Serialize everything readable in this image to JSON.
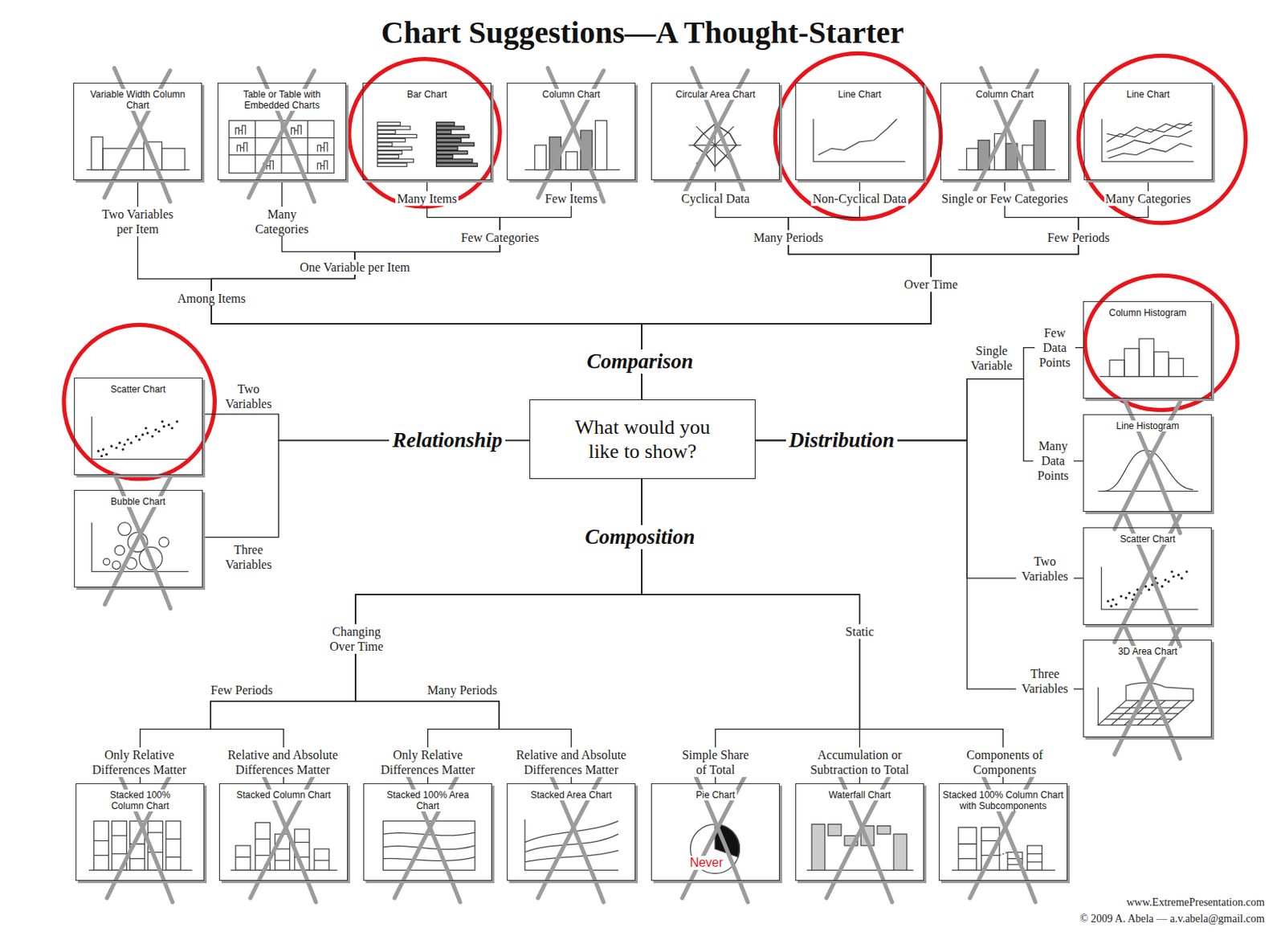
{
  "diagram": {
    "title": "Chart Suggestions—A Thought-Starter",
    "nodes": [
      {
        "text": [
          "Variable Width Column Chart"
        ]
      },
      {
        "text": [
          "Table or Table with Embedded Charts"
        ]
      },
      {
        "text": [
          "Bar Chart"
        ]
      },
      {
        "text": [
          "Column Chart"
        ]
      },
      {
        "text": [
          "Circular Area Chart"
        ]
      },
      {
        "text": [
          "Line Chart"
        ]
      },
      {
        "text": [
          "Column Chart"
        ]
      },
      {
        "text": [
          "Line Chart"
        ]
      },
      {
        "text": [
          "Scatter Chart"
        ]
      },
      {
        "text": [
          "Bubble Chart"
        ]
      },
      {
        "text": [
          "What would you like to show?"
        ]
      },
      {
        "text": [
          "Column Histogram"
        ]
      },
      {
        "text": [
          "Line Histogram"
        ]
      },
      {
        "text": [
          "Scatter Chart"
        ]
      },
      {
        "text": [
          "3D Area Chart"
        ]
      },
      {
        "text": [
          "Stacked 100% Column Chart"
        ]
      },
      {
        "text": [
          "Stacked Column Chart"
        ]
      },
      {
        "text": [
          "Stacked 100% Area Chart"
        ]
      },
      {
        "text": [
          "Stacked Area Chart"
        ]
      },
      {
        "text": [
          "Pie Chart"
        ]
      },
      {
        "text": [
          "Waterfall Chart"
        ]
      },
      {
        "text": [
          "Stacked 100% Column Chart with Subcomponents"
        ]
      }
    ],
    "edges": [
      {
        "from": 10,
        "to": 0,
        "arrow": "none"
      },
      {
        "from": 10,
        "to": 1,
        "arrow": "none"
      },
      {
        "from": 10,
        "to": 2,
        "arrow": "none"
      },
      {
        "from": 10,
        "to": 3,
        "arrow": "none"
      },
      {
        "from": 10,
        "to": 4,
        "arrow": "none"
      },
      {
        "from": 10,
        "to": 5,
        "arrow": "none"
      },
      {
        "from": 10,
        "to": 6,
        "arrow": "none"
      },
      {
        "from": 10,
        "to": 7,
        "arrow": "none"
      },
      {
        "from": 10,
        "to": 8,
        "arrow": "none"
      },
      {
        "from": 10,
        "to": 9,
        "arrow": "none"
      },
      {
        "from": 10,
        "to": 11,
        "arrow": "none"
      },
      {
        "from": 10,
        "to": 12,
        "arrow": "none"
      },
      {
        "from": 10,
        "to": 13,
        "arrow": "none"
      },
      {
        "from": 10,
        "to": 14,
        "arrow": "none"
      },
      {
        "from": 10,
        "to": 15,
        "arrow": "none"
      },
      {
        "from": 10,
        "to": 16,
        "arrow": "none"
      },
      {
        "from": 10,
        "to": 17,
        "arrow": "none"
      },
      {
        "from": 10,
        "to": 18,
        "arrow": "none"
      },
      {
        "from": 10,
        "to": 19,
        "arrow": "none"
      },
      {
        "from": 10,
        "to": 20,
        "arrow": "none"
      },
      {
        "from": 10,
        "to": 21,
        "arrow": "none"
      }
    ],
    "labels": [
      "Two Variables per Item",
      "Many Categories",
      "Many Items",
      "Few Items",
      "Cyclical Data",
      "Non-Cyclical Data",
      "Single or Few Categories",
      "Many Categories",
      "Few Categories",
      "Many Periods",
      "Few Periods",
      "One Variable per Item",
      "Over Time",
      "Among Items",
      "Few Data Points",
      "Single Variable",
      "Comparison",
      "Two Variables",
      "Relationship",
      "Distribution",
      "Many Data Points",
      "Three Variables",
      "Composition",
      "Two Variables",
      "Changing Over Time",
      "Static",
      "Three Variables",
      "Few Periods",
      "Many Periods",
      "Only Relative Differences Matter",
      "Relative and Absolute Differences Matter",
      "Only Relative Differences Matter",
      "Relative and Absolute Differences Matter",
      "Simple Share of Total",
      "Accumulation or Subtraction to Total",
      "Components of Components",
      "Never",
      "www.ExtremePresentation.com",
      "© 2009 A. Abela — a.v.abela@gmail.com"
    ]
  }
}
